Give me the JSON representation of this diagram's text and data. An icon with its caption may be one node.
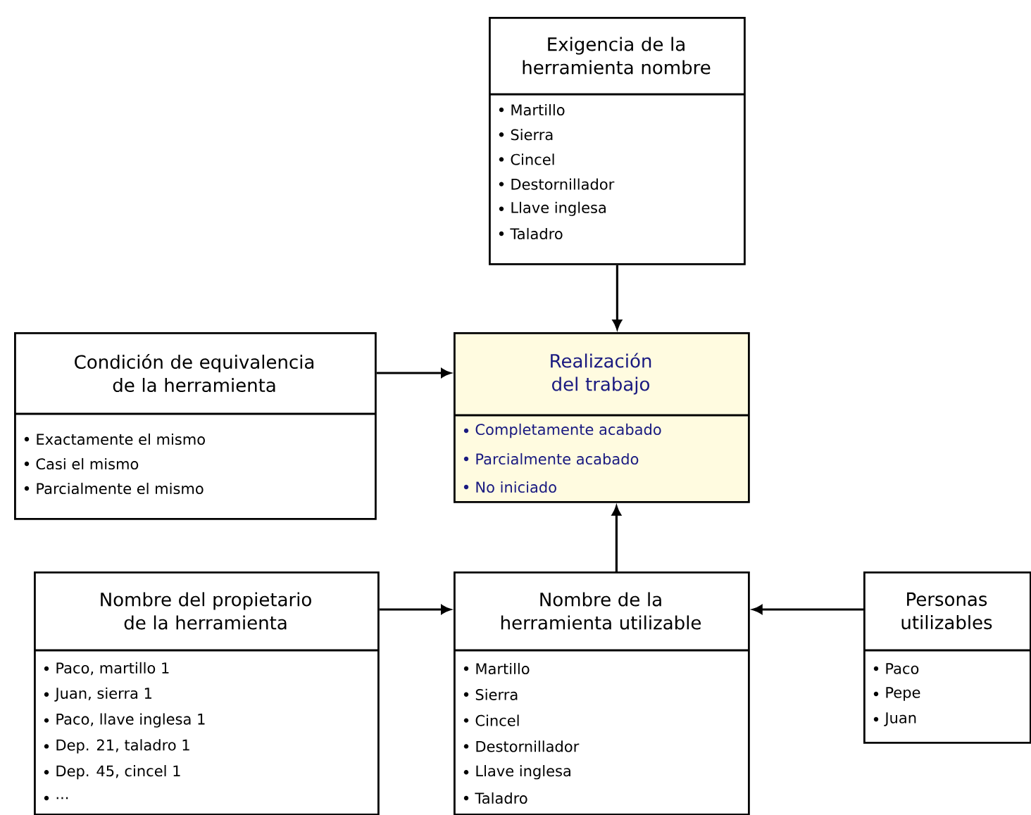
{
  "diagram": {
    "nodes": [
      {
        "text": [
          "Exigencia de la herramienta nombre",
          "Martillo",
          "Sierra",
          "Cincel",
          "Destornillador",
          "Llave inglesa",
          "Taladro"
        ]
      },
      {
        "text": [
          "Condición de equivalencia de la herramienta",
          "Exactamente el mismo",
          "Casi el mismo",
          "Parcialmente el mismo"
        ]
      },
      {
        "text": [
          "Realización del trabajo",
          "Completamente acabado",
          "Parcialmente acabado",
          "No iniciado"
        ]
      },
      {
        "text": [
          "Nombre del propietario de la herramienta",
          "Paco, martillo 1",
          "Juan, sierra 1",
          "Paco, llave inglesa 1",
          "Dep. 21, taladro 1",
          "Dep. 45, cincel 1",
          "..."
        ]
      },
      {
        "text": [
          "Nombre de la herramienta utilizable",
          "Martillo",
          "Sierra",
          "Cincel",
          "Destornillador",
          "Llave inglesa",
          "Taladro"
        ]
      },
      {
        "text": [
          "Personas utilizables",
          "Paco",
          "Pepe",
          "Juan"
        ]
      }
    ],
    "edges": [
      {
        "from": 0,
        "to": 2,
        "arrow": "to"
      },
      {
        "from": 1,
        "to": 2,
        "arrow": "to"
      },
      {
        "from": 4,
        "to": 2,
        "arrow": "to"
      },
      {
        "from": 3,
        "to": 4,
        "arrow": "to"
      },
      {
        "from": 5,
        "to": 4,
        "arrow": "to"
      }
    ]
  }
}
